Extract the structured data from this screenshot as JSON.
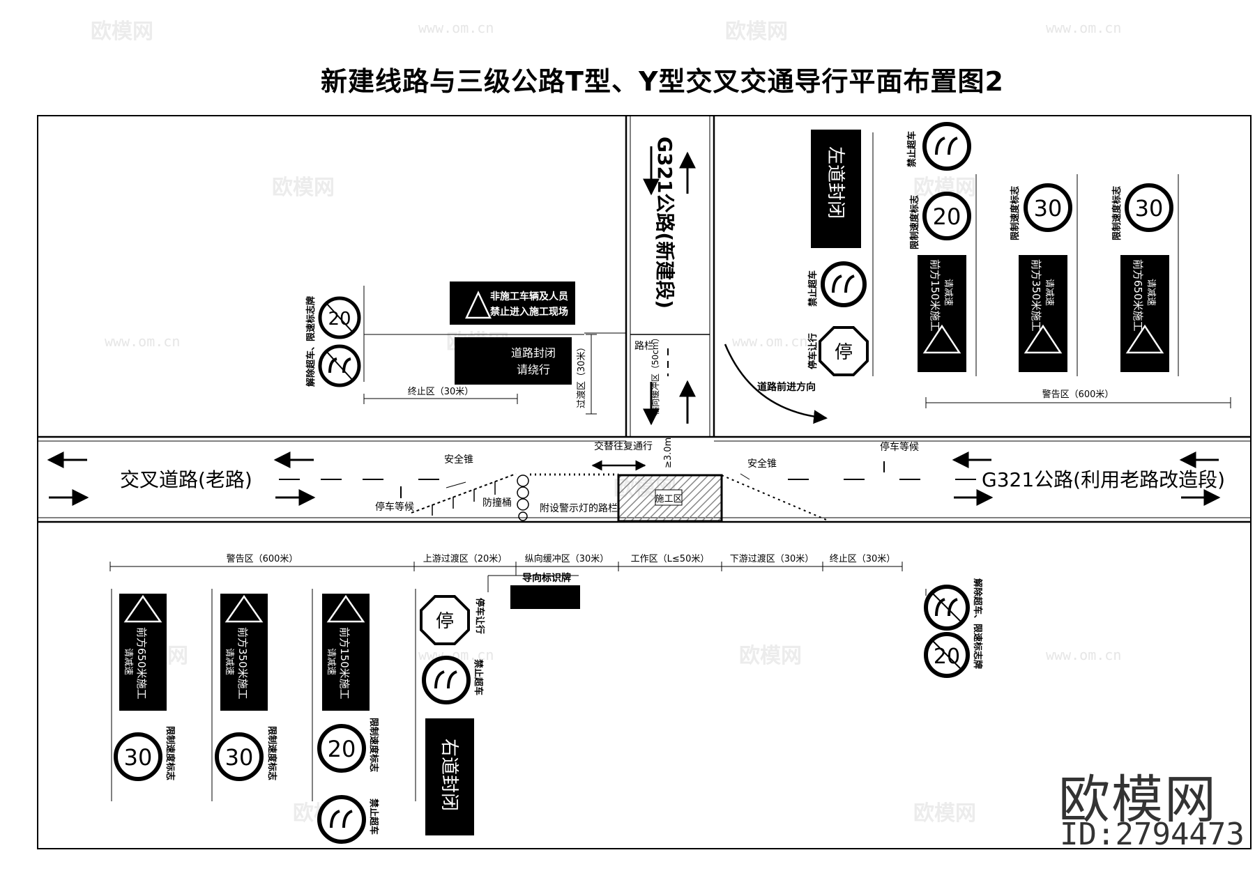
{
  "title": "新建线路与三级公路T型、Y型交叉交通导行平面布置图2",
  "roads": {
    "cross_road": "交叉道路(老路)",
    "g321_old": "G321公路(利用老路改造段)",
    "g321_new": "G321公路(新建段)"
  },
  "zones_bottom": {
    "warning": "警告区（600米）",
    "up_transition": "上游过渡区（20米）",
    "long_buffer": "纵向缓冲区（30米）",
    "work": "工作区（L≤50米）",
    "down_transition": "下游过渡区（30米）",
    "termination": "终止区（30米）"
  },
  "zones_top": {
    "termination": "终止区（30米）",
    "transition": "过渡区（30米）",
    "warning": "警告区（600米）",
    "lateral_buffer": "横向缓冲区（50cm）",
    "width": "≥3.0m"
  },
  "labels": {
    "safety_cone_left": "安全锥",
    "safety_cone_right": "安全锥",
    "crash_barrel": "防撞桶",
    "barrier_with_lights": "附设警示灯的路栏",
    "work_zone": "施工区",
    "stop_wait_left": "停车等候",
    "stop_wait_right": "停车等候",
    "alternate_flow": "交替往复通行",
    "guide_sign": "导向标识牌",
    "road_barrier": "路栏",
    "direction": "道路前进方向"
  },
  "signs": {
    "no_entry_line1": "非施工车辆及人员",
    "no_entry_line2": "禁止进入施工现场",
    "road_closed_line1": "道路封闭",
    "road_closed_line2": "请绕行",
    "left_closed": "左道封闭",
    "right_closed": "右道封闭",
    "stop_char": "停",
    "stop_yield": "停车让行",
    "no_overtake": "禁止超车",
    "speed_limit": "限制速度标志",
    "speed_30": "30",
    "speed_20": "20",
    "lift": "解除超车、限速标志牌",
    "ahead_150": "前方150米施工",
    "ahead_350": "前方350米施工",
    "ahead_650": "前方650米施工",
    "slow": "请减速"
  },
  "watermark": {
    "brand": "欧模网",
    "url": "www.om.cn",
    "id": "ID:2794473"
  }
}
